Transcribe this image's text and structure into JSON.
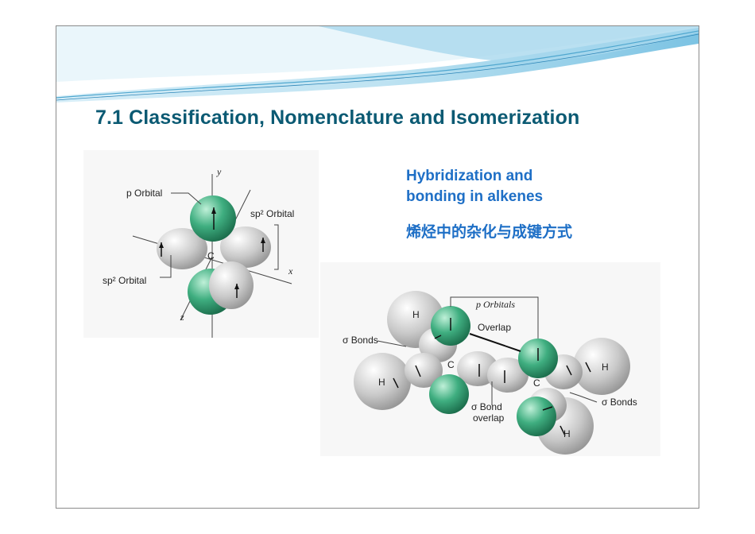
{
  "slide": {
    "title": "7.1  Classification, Nomenclature and Isomerization",
    "caption_line1": "Hybridization and",
    "caption_line2": "bonding in alkenes",
    "caption_cn": "烯烃中的杂化与成键方式"
  },
  "figure_orbitals": {
    "p_orbital_label": "p Orbital",
    "sp2_orbital_label_top": "sp² Orbital",
    "sp2_orbital_label_bottom": "sp² Orbital",
    "axis_x": "x",
    "axis_y": "y",
    "axis_z": "z",
    "carbon": "C"
  },
  "figure_ethylene": {
    "p_orbitals_label": "p Orbitals",
    "overlap_label": "Overlap",
    "sigma_bonds_left": "σ Bonds",
    "sigma_bonds_right": "σ Bonds",
    "sigma_bond_label": "σ Bond",
    "overlap_label_bottom": "overlap",
    "hydrogen": "H",
    "carbon": "C"
  },
  "colors": {
    "title": "#0b5a73",
    "caption": "#1e6fc6",
    "p_orbital_green": "#2f9a6e",
    "sp2_orbital_gray": "#bdbdbd"
  }
}
